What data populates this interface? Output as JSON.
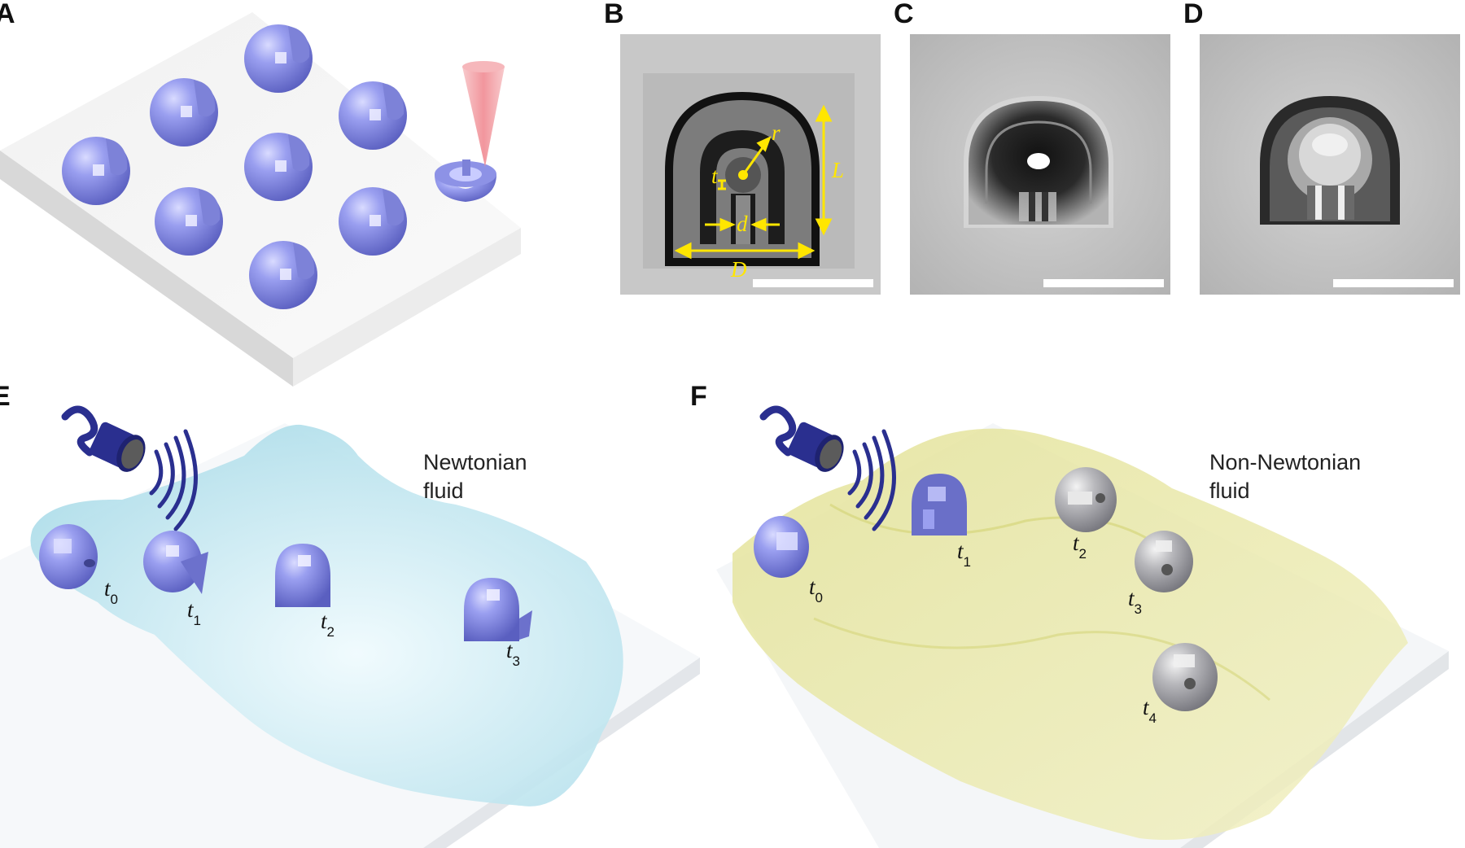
{
  "panels": {
    "a": {
      "letter": "A"
    },
    "b": {
      "letter": "B",
      "dims": {
        "r": "r",
        "t": "t",
        "L": "L",
        "d": "d",
        "D": "D"
      }
    },
    "c": {
      "letter": "C"
    },
    "d": {
      "letter": "D"
    },
    "e": {
      "letter": "E",
      "fluid_line1": "Newtonian",
      "fluid_line2": "fluid",
      "times": [
        {
          "t": "t",
          "sub": "0"
        },
        {
          "t": "t",
          "sub": "1"
        },
        {
          "t": "t",
          "sub": "2"
        },
        {
          "t": "t",
          "sub": "3"
        }
      ]
    },
    "f": {
      "letter": "F",
      "fluid_line1": "Non-Newtonian",
      "fluid_line2": "fluid",
      "times": [
        {
          "t": "t",
          "sub": "0"
        },
        {
          "t": "t",
          "sub": "1"
        },
        {
          "t": "t",
          "sub": "2"
        },
        {
          "t": "t",
          "sub": "3"
        },
        {
          "t": "t",
          "sub": "4"
        }
      ]
    }
  },
  "colors": {
    "robot_purple": "#8a8fe0",
    "laser_pink": "#f4a3a8",
    "newtonian_fluid": "#bfe6ef",
    "non_newtonian_fluid": "#e6e59e",
    "dimension_yellow": "#ffe600",
    "transducer_blue": "#2a2f8f"
  },
  "icons": {
    "transducer": "ultrasound-transducer-icon",
    "wave": "acoustic-wave-icon",
    "laser": "laser-cone-icon"
  }
}
